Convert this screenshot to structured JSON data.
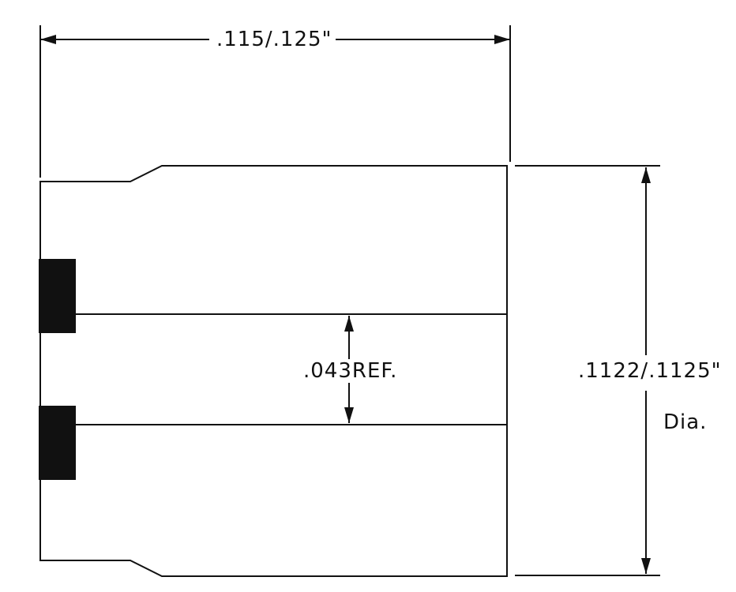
{
  "dimensions": {
    "overall_length": ".115/.125\"",
    "bore_diameter": ".043REF.",
    "outer_diameter": ".1122/.1125\"",
    "diameter_abbrev": "Dia."
  },
  "colors": {
    "line": "#111111",
    "fill": "#111111",
    "background": "#ffffff"
  }
}
